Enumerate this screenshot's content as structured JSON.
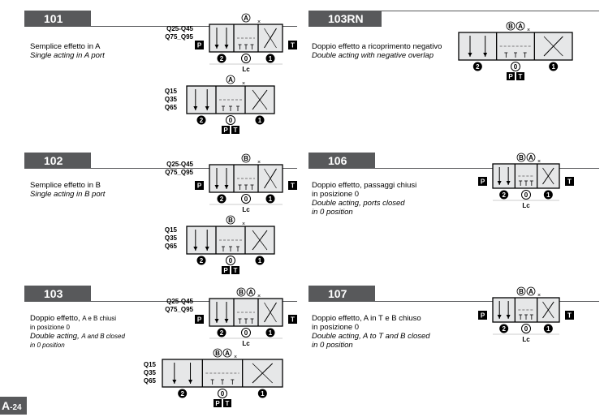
{
  "page_label": "A",
  "page_number": "-24",
  "range_high": "Q25-Q45",
  "range_high2": "Q75_Q95",
  "range_low": [
    "Q15",
    "Q35",
    "Q65"
  ],
  "ports": {
    "p": "P",
    "t": "T",
    "a": "A",
    "b": "B",
    "lc": "Lc",
    "one": "1",
    "zero": "0",
    "two": "2"
  },
  "sections": [
    {
      "code": "101",
      "desc_it": "Semplice effetto in A",
      "desc_en": "Single acting in A port"
    },
    {
      "code": "103RN",
      "desc_it": "Doppio effetto a ricoprimento negativo",
      "desc_en": "Double acting with negative overlap"
    },
    {
      "code": "102",
      "desc_it": "Semplice effetto in B",
      "desc_en": "Single acting in B port"
    },
    {
      "code": "106",
      "desc_it": "Doppio effetto, passaggi chiusi",
      "desc_it2": "in posizione 0",
      "desc_en": "Double acting, ports closed",
      "desc_en2": "in 0 position"
    },
    {
      "code": "103",
      "desc_it": "Doppio effetto,",
      "desc_it_small": "A e B chiusi",
      "desc_it2": "in posizione 0",
      "desc_en": "Double acting,",
      "desc_en_small": "A and B closed",
      "desc_en2": "in 0 position"
    },
    {
      "code": "107",
      "desc_it": "Doppio effetto, A in T e B chiuso",
      "desc_it2": "in posizione 0",
      "desc_en": "Double acting, A to T and B closed",
      "desc_en2": "in 0 position"
    }
  ]
}
